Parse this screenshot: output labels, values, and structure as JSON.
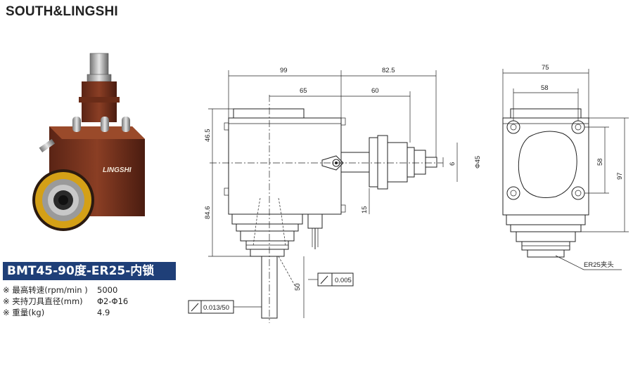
{
  "brand": "SOUTH&LINGSHI",
  "product": {
    "model": "BMT45-90度-ER25-内锁",
    "photo_logo": "LINGSHI",
    "specs": [
      {
        "label": "※ 最高转速(rpm/min )",
        "value": "5000"
      },
      {
        "label": "※ 夹持刀具直径(mm)",
        "value": "Φ2-Φ16"
      },
      {
        "label": "※ 重量(kg)",
        "value": "4.9"
      }
    ]
  },
  "drawing": {
    "side_view": {
      "dim_99": "99",
      "dim_82_5": "82.5",
      "dim_65": "65",
      "dim_60": "60",
      "dim_46_5": "46.5",
      "dim_84_6": "84.6",
      "dim_6": "6",
      "dim_phi45": "Φ45",
      "dim_15": "15",
      "dim_50": "50",
      "tol_runout_1": "0.005",
      "tol_runout_2": "0.013/50"
    },
    "front_view": {
      "dim_75": "75",
      "dim_58_top": "58",
      "dim_58_side": "58",
      "dim_97": "97",
      "collet_label": "ER25夹头"
    }
  },
  "colors": {
    "model_bar": "#1f3f78",
    "body_brown": "#7a3520",
    "nut_gold": "#d4a017"
  }
}
